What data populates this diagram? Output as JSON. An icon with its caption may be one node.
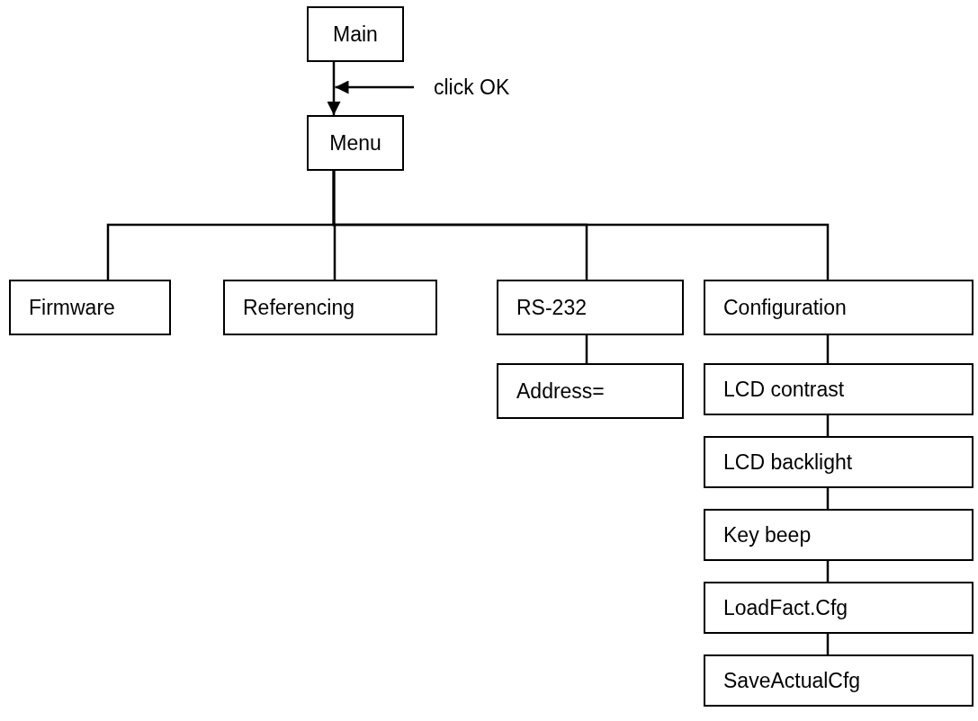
{
  "diagram": {
    "nodes": [
      {
        "text": [
          "Main"
        ]
      },
      {
        "text": [
          "Menu"
        ]
      },
      {
        "text": [
          "click OK"
        ]
      },
      {
        "text": [
          "Firmware"
        ]
      },
      {
        "text": [
          "Referencing"
        ]
      },
      {
        "text": [
          "RS-232"
        ]
      },
      {
        "text": [
          "Configuration"
        ]
      },
      {
        "text": [
          "Address="
        ]
      },
      {
        "text": [
          "LCD contrast"
        ]
      },
      {
        "text": [
          "LCD backlight"
        ]
      },
      {
        "text": [
          "Key beep"
        ]
      },
      {
        "text": [
          "LoadFact.Cfg"
        ]
      },
      {
        "text": [
          "SaveActualCfg"
        ]
      }
    ],
    "edges": [
      {
        "from": 0,
        "to": 1,
        "arrow": "to"
      },
      {
        "from": 2,
        "to": 0,
        "arrow": "to"
      },
      {
        "from": 1,
        "to": 3,
        "arrow": "none"
      },
      {
        "from": 1,
        "to": 4,
        "arrow": "none"
      },
      {
        "from": 1,
        "to": 5,
        "arrow": "none"
      },
      {
        "from": 1,
        "to": 6,
        "arrow": "none"
      },
      {
        "from": 5,
        "to": 7,
        "arrow": "none"
      },
      {
        "from": 6,
        "to": 8,
        "arrow": "none"
      },
      {
        "from": 8,
        "to": 9,
        "arrow": "none"
      },
      {
        "from": 9,
        "to": 10,
        "arrow": "none"
      },
      {
        "from": 10,
        "to": 11,
        "arrow": "none"
      },
      {
        "from": 11,
        "to": 12,
        "arrow": "none"
      }
    ]
  }
}
